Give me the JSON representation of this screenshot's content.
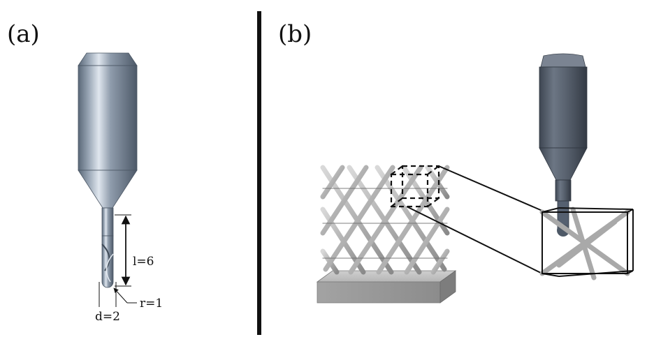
{
  "panels": {
    "a": {
      "label": "(a)"
    },
    "b": {
      "label": "(b)"
    }
  },
  "dimensions": {
    "length": "l=6",
    "diameter": "d=2",
    "radius": "r=1"
  },
  "icons": {
    "tool": "ball-end-mill-icon",
    "lattice": "lattice-structure-icon",
    "unit_cell": "unit-cell-icon",
    "base": "build-plate-icon"
  }
}
